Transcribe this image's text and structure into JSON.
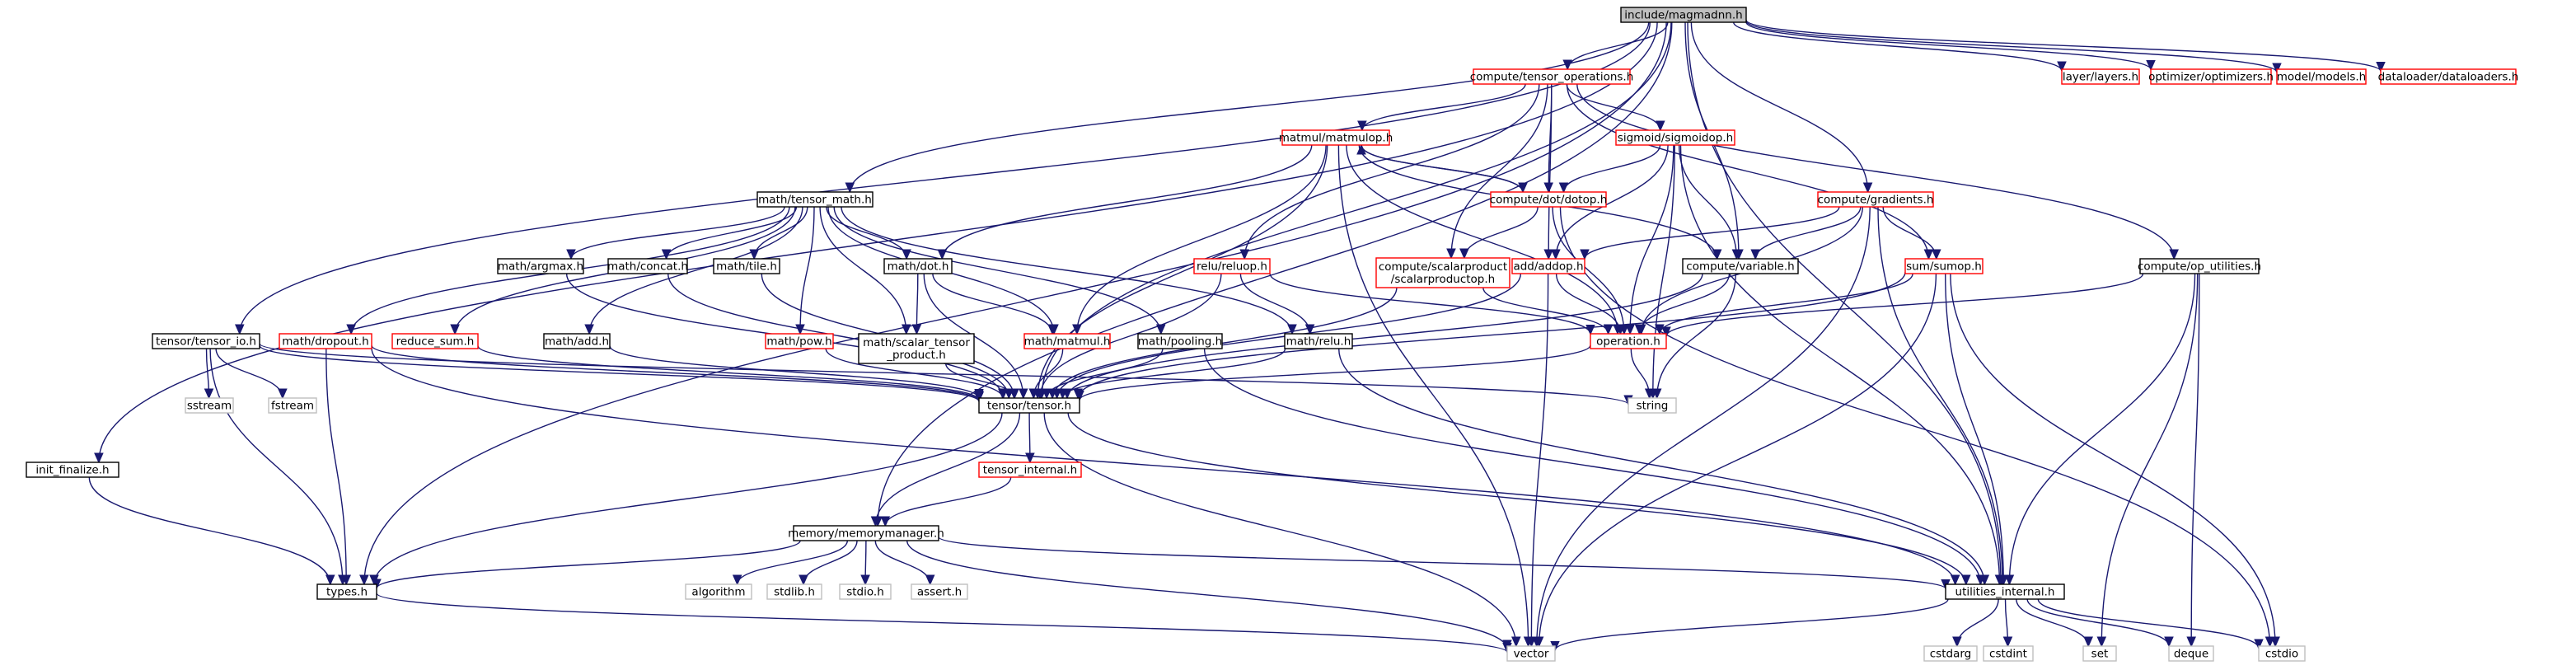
{
  "title": "include/magmadnn.h",
  "colors": {
    "edge": "#191970",
    "root_fill": "#bfbfbf",
    "root_border": "#000000",
    "documented_border": "#000000",
    "undocumented_border": "#ff0000",
    "system_border": "#bfbfbf",
    "system_text": "#000000",
    "background": "#ffffff"
  },
  "nodes": [
    {
      "id": "magmadnn",
      "label": "include/magmadnn.h",
      "kind": "root"
    },
    {
      "id": "tensor_ops",
      "label": "compute/tensor_operations.h",
      "kind": "undocumented"
    },
    {
      "id": "layers",
      "label": "layer/layers.h",
      "kind": "undocumented"
    },
    {
      "id": "optimizers",
      "label": "optimizer/optimizers.h",
      "kind": "undocumented"
    },
    {
      "id": "models",
      "label": "model/models.h",
      "kind": "undocumented"
    },
    {
      "id": "dataloaders",
      "label": "dataloader/dataloaders.h",
      "kind": "undocumented"
    },
    {
      "id": "matmulop",
      "label": "matmul/matmulop.h",
      "kind": "undocumented"
    },
    {
      "id": "sigmoidop",
      "label": "sigmoid/sigmoidop.h",
      "kind": "undocumented"
    },
    {
      "id": "tensor_math",
      "label": "math/tensor_math.h",
      "kind": "documented"
    },
    {
      "id": "dotop",
      "label": "compute/dot/dotop.h",
      "kind": "undocumented"
    },
    {
      "id": "gradients",
      "label": "compute/gradients.h",
      "kind": "undocumented"
    },
    {
      "id": "reluop",
      "label": "relu/reluop.h",
      "kind": "undocumented"
    },
    {
      "id": "argmax",
      "label": "math/argmax.h",
      "kind": "documented"
    },
    {
      "id": "concat",
      "label": "math/concat.h",
      "kind": "documented"
    },
    {
      "id": "tile",
      "label": "math/tile.h",
      "kind": "documented"
    },
    {
      "id": "mathdot",
      "label": "math/dot.h",
      "kind": "documented"
    },
    {
      "id": "scalarproductop",
      "label": "compute/scalarproduct\n/scalarproductop.h",
      "kind": "undocumented"
    },
    {
      "id": "addop",
      "label": "add/addop.h",
      "kind": "undocumented"
    },
    {
      "id": "variable",
      "label": "compute/variable.h",
      "kind": "documented"
    },
    {
      "id": "sumop",
      "label": "sum/sumop.h",
      "kind": "undocumented"
    },
    {
      "id": "op_utilities",
      "label": "compute/op_utilities.h",
      "kind": "documented"
    },
    {
      "id": "tensor_io",
      "label": "tensor/tensor_io.h",
      "kind": "documented"
    },
    {
      "id": "dropout",
      "label": "math/dropout.h",
      "kind": "undocumented"
    },
    {
      "id": "reduce_sum",
      "label": "reduce_sum.h",
      "kind": "undocumented"
    },
    {
      "id": "mathadd",
      "label": "math/add.h",
      "kind": "documented"
    },
    {
      "id": "scalar_tensor_product",
      "label": "math/scalar_tensor\n_product.h",
      "kind": "documented"
    },
    {
      "id": "pow",
      "label": "math/pow.h",
      "kind": "undocumented"
    },
    {
      "id": "mathmatmul",
      "label": "math/matmul.h",
      "kind": "undocumented"
    },
    {
      "id": "pooling",
      "label": "math/pooling.h",
      "kind": "documented"
    },
    {
      "id": "relu",
      "label": "math/relu.h",
      "kind": "documented"
    },
    {
      "id": "operation",
      "label": "operation.h",
      "kind": "undocumented"
    },
    {
      "id": "sstream",
      "label": "sstream",
      "kind": "system"
    },
    {
      "id": "fstream",
      "label": "fstream",
      "kind": "system"
    },
    {
      "id": "tensor",
      "label": "tensor/tensor.h",
      "kind": "documented"
    },
    {
      "id": "string",
      "label": "string",
      "kind": "system"
    },
    {
      "id": "init_finalize",
      "label": "init_finalize.h",
      "kind": "documented"
    },
    {
      "id": "tensor_internal",
      "label": "tensor_internal.h",
      "kind": "undocumented"
    },
    {
      "id": "memorymanager",
      "label": "memory/memorymanager.h",
      "kind": "documented"
    },
    {
      "id": "types",
      "label": "types.h",
      "kind": "documented"
    },
    {
      "id": "algorithm",
      "label": "algorithm",
      "kind": "system"
    },
    {
      "id": "stdlib",
      "label": "stdlib.h",
      "kind": "system"
    },
    {
      "id": "stdio",
      "label": "stdio.h",
      "kind": "system"
    },
    {
      "id": "assert",
      "label": "assert.h",
      "kind": "system"
    },
    {
      "id": "utilities_internal",
      "label": "utilities_internal.h",
      "kind": "documented"
    },
    {
      "id": "vector",
      "label": "vector",
      "kind": "system"
    },
    {
      "id": "cstdarg",
      "label": "cstdarg",
      "kind": "system"
    },
    {
      "id": "cstdint",
      "label": "cstdint",
      "kind": "system"
    },
    {
      "id": "set",
      "label": "set",
      "kind": "system"
    },
    {
      "id": "deque",
      "label": "deque",
      "kind": "system"
    },
    {
      "id": "cstdio",
      "label": "cstdio",
      "kind": "system"
    }
  ],
  "edges": [
    [
      "magmadnn",
      "tensor_ops"
    ],
    [
      "magmadnn",
      "layers"
    ],
    [
      "magmadnn",
      "optimizers"
    ],
    [
      "magmadnn",
      "models"
    ],
    [
      "magmadnn",
      "dataloaders"
    ],
    [
      "magmadnn",
      "tensor_math"
    ],
    [
      "magmadnn",
      "gradients"
    ],
    [
      "magmadnn",
      "variable"
    ],
    [
      "magmadnn",
      "tensor_io"
    ],
    [
      "magmadnn",
      "init_finalize"
    ],
    [
      "magmadnn",
      "types"
    ],
    [
      "magmadnn",
      "tensor"
    ],
    [
      "magmadnn",
      "memorymanager"
    ],
    [
      "magmadnn",
      "utilities_internal"
    ],
    [
      "tensor_ops",
      "matmulop"
    ],
    [
      "tensor_ops",
      "sigmoidop"
    ],
    [
      "tensor_ops",
      "dotop"
    ],
    [
      "tensor_ops",
      "reluop"
    ],
    [
      "tensor_ops",
      "scalarproductop"
    ],
    [
      "tensor_ops",
      "addop"
    ],
    [
      "tensor_ops",
      "sumop"
    ],
    [
      "tensor_ops",
      "op_utilities"
    ],
    [
      "matmulop",
      "dotop"
    ],
    [
      "matmulop",
      "mathdot"
    ],
    [
      "matmulop",
      "mathmatmul"
    ],
    [
      "matmulop",
      "tensor"
    ],
    [
      "matmulop",
      "operation"
    ],
    [
      "matmulop",
      "vector"
    ],
    [
      "matmulop",
      "variable"
    ],
    [
      "sigmoidop",
      "dotop"
    ],
    [
      "sigmoidop",
      "addop"
    ],
    [
      "sigmoidop",
      "variable"
    ],
    [
      "sigmoidop",
      "operation"
    ],
    [
      "sigmoidop",
      "utilities_internal"
    ],
    [
      "sigmoidop",
      "string"
    ],
    [
      "dotop",
      "matmulop"
    ],
    [
      "dotop",
      "scalarproductop"
    ],
    [
      "dotop",
      "operation"
    ],
    [
      "dotop",
      "cstdio"
    ],
    [
      "tensor_math",
      "argmax"
    ],
    [
      "tensor_math",
      "concat"
    ],
    [
      "tensor_math",
      "tile"
    ],
    [
      "tensor_math",
      "mathdot"
    ],
    [
      "tensor_math",
      "dropout"
    ],
    [
      "tensor_math",
      "reduce_sum"
    ],
    [
      "tensor_math",
      "mathadd"
    ],
    [
      "tensor_math",
      "scalar_tensor_product"
    ],
    [
      "tensor_math",
      "pow"
    ],
    [
      "tensor_math",
      "mathmatmul"
    ],
    [
      "tensor_math",
      "pooling"
    ],
    [
      "tensor_math",
      "relu"
    ],
    [
      "gradients",
      "addop"
    ],
    [
      "gradients",
      "variable"
    ],
    [
      "gradients",
      "sumop"
    ],
    [
      "gradients",
      "operation"
    ],
    [
      "gradients",
      "utilities_internal"
    ],
    [
      "gradients",
      "vector"
    ],
    [
      "reluop",
      "relu"
    ],
    [
      "reluop",
      "operation"
    ],
    [
      "reluop",
      "tensor"
    ],
    [
      "argmax",
      "tensor"
    ],
    [
      "concat",
      "tensor"
    ],
    [
      "tile",
      "tensor"
    ],
    [
      "mathdot",
      "tensor"
    ],
    [
      "mathdot",
      "mathmatmul"
    ],
    [
      "mathdot",
      "scalar_tensor_product"
    ],
    [
      "scalarproductop",
      "operation"
    ],
    [
      "scalarproductop",
      "tensor"
    ],
    [
      "addop",
      "operation"
    ],
    [
      "addop",
      "tensor"
    ],
    [
      "addop",
      "vector"
    ],
    [
      "variable",
      "operation"
    ],
    [
      "variable",
      "tensor"
    ],
    [
      "variable",
      "string"
    ],
    [
      "sumop",
      "operation"
    ],
    [
      "sumop",
      "tensor"
    ],
    [
      "sumop",
      "utilities_internal"
    ],
    [
      "sumop",
      "vector"
    ],
    [
      "sumop",
      "cstdio"
    ],
    [
      "op_utilities",
      "operation"
    ],
    [
      "op_utilities",
      "utilities_internal"
    ],
    [
      "op_utilities",
      "set"
    ],
    [
      "op_utilities",
      "deque"
    ],
    [
      "tensor_io",
      "sstream"
    ],
    [
      "tensor_io",
      "fstream"
    ],
    [
      "tensor_io",
      "tensor"
    ],
    [
      "tensor_io",
      "types"
    ],
    [
      "tensor_io",
      "string"
    ],
    [
      "dropout",
      "tensor"
    ],
    [
      "dropout",
      "types"
    ],
    [
      "dropout",
      "utilities_internal"
    ],
    [
      "reduce_sum",
      "tensor"
    ],
    [
      "mathadd",
      "tensor"
    ],
    [
      "scalar_tensor_product",
      "tensor"
    ],
    [
      "pow",
      "tensor"
    ],
    [
      "mathmatmul",
      "tensor"
    ],
    [
      "pooling",
      "tensor"
    ],
    [
      "pooling",
      "utilities_internal"
    ],
    [
      "relu",
      "tensor"
    ],
    [
      "relu",
      "utilities_internal"
    ],
    [
      "operation",
      "tensor"
    ],
    [
      "operation",
      "string"
    ],
    [
      "tensor",
      "tensor_internal"
    ],
    [
      "tensor",
      "memorymanager"
    ],
    [
      "tensor",
      "types"
    ],
    [
      "tensor",
      "utilities_internal"
    ],
    [
      "tensor",
      "vector"
    ],
    [
      "tensor_internal",
      "memorymanager"
    ],
    [
      "init_finalize",
      "types"
    ],
    [
      "memorymanager",
      "types"
    ],
    [
      "memorymanager",
      "algorithm"
    ],
    [
      "memorymanager",
      "stdlib"
    ],
    [
      "memorymanager",
      "stdio"
    ],
    [
      "memorymanager",
      "assert"
    ],
    [
      "memorymanager",
      "utilities_internal"
    ],
    [
      "memorymanager",
      "vector"
    ],
    [
      "types",
      "vector"
    ],
    [
      "utilities_internal",
      "cstdarg"
    ],
    [
      "utilities_internal",
      "cstdint"
    ],
    [
      "utilities_internal",
      "set"
    ],
    [
      "utilities_internal",
      "deque"
    ],
    [
      "utilities_internal",
      "cstdio"
    ],
    [
      "utilities_internal",
      "vector"
    ]
  ]
}
